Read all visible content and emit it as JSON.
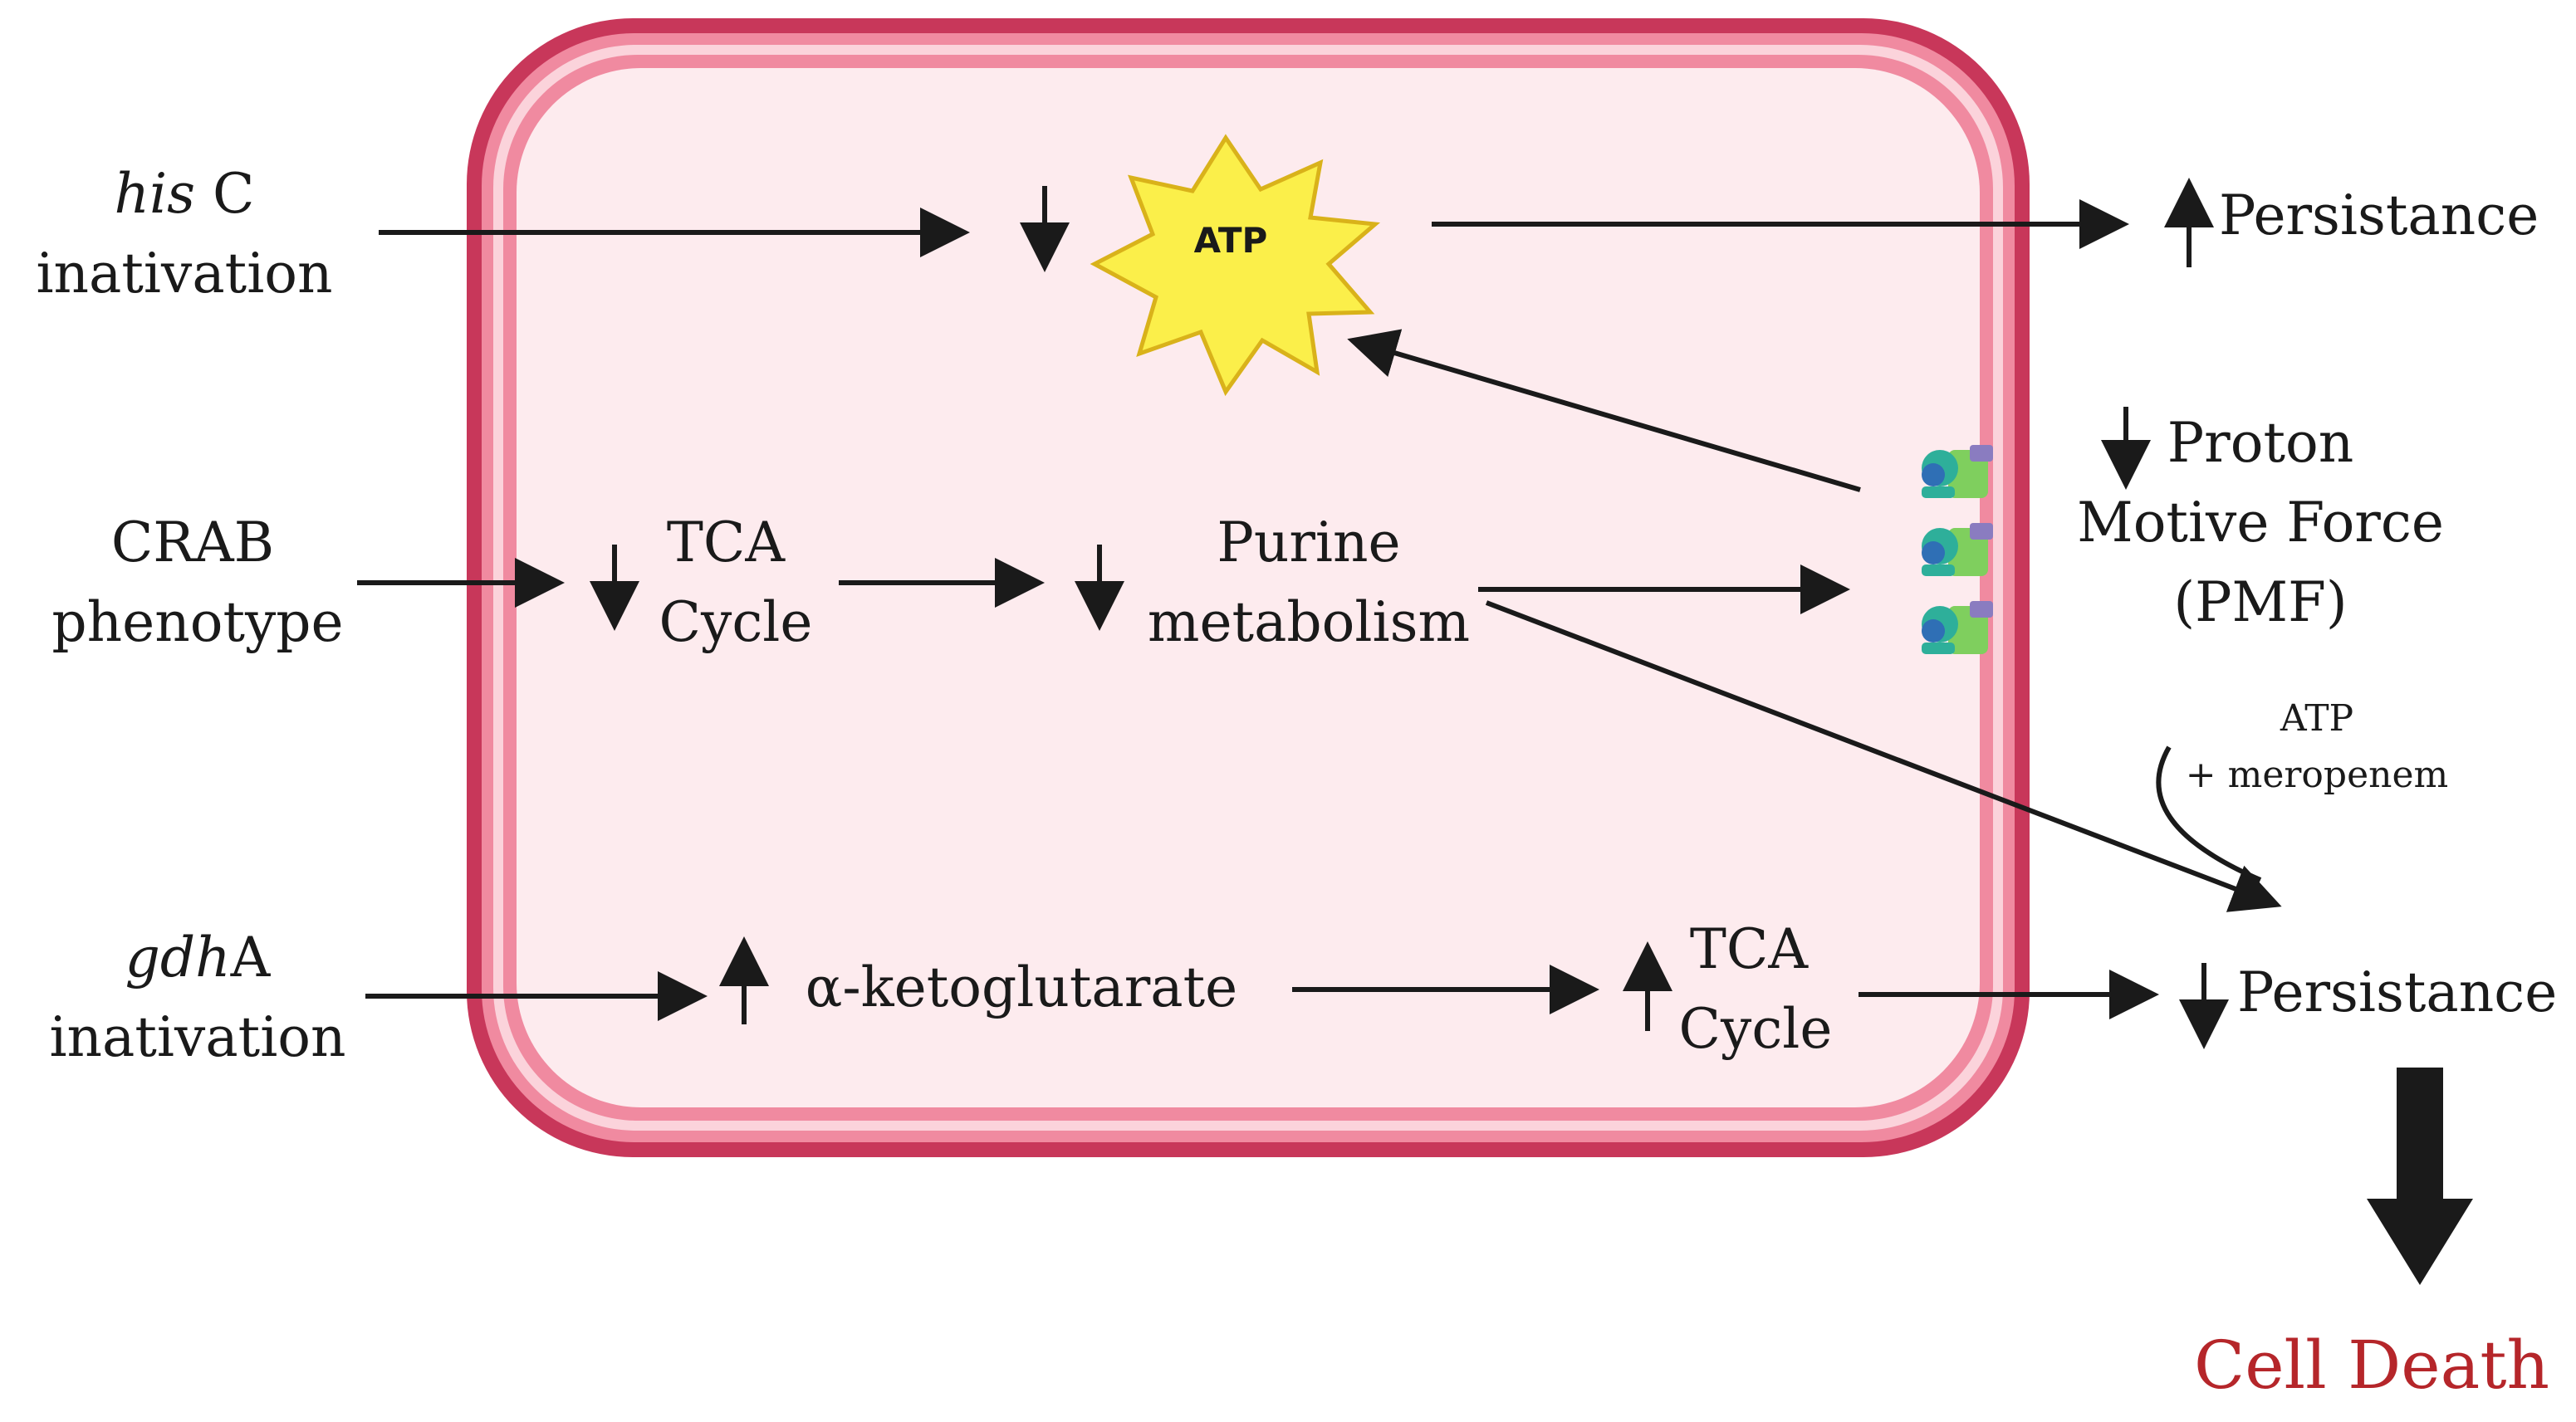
{
  "labels": {
    "his_gene": "his",
    "his_suffix": " C",
    "his_inactivation": "inativation",
    "atp_star": "ATP",
    "persistance_up": "Persistance",
    "crab_line1": "CRAB",
    "crab_line2": "phenotype",
    "tca_line1": "TCA",
    "tca_line2": "Cycle",
    "purine_line1": "Purine",
    "purine_line2": "metabolism",
    "pmf_line1": "Proton",
    "pmf_line2": "Motive Force",
    "pmf_line3": "(PMF)",
    "atp_mero_line1": "ATP",
    "atp_mero_line2": "+ meropenem",
    "gdh_gene": "gdh",
    "gdh_suffix": "A",
    "gdh_inactivation": "inativation",
    "aketo": "α-ketoglutarate",
    "tca2_line1": "TCA",
    "tca2_line2": "Cycle",
    "persistance_down": "Persistance",
    "cell_death": "Cell Death"
  },
  "colors": {
    "membrane_outer": "#c8375a",
    "membrane_mid": "#f08aa0",
    "cytoplasm": "#fdebee",
    "atp_star_fill": "#fbef4a",
    "atp_star_stroke": "#d9b21a",
    "cell_death": "#b5262a",
    "protein_teal": "#2eaf9a",
    "protein_blue": "#2f6fb5",
    "protein_green": "#7fcf5e",
    "protein_purple": "#8a7cc0"
  },
  "icons": [
    "atp-starburst-icon",
    "membrane-protein-icon"
  ]
}
